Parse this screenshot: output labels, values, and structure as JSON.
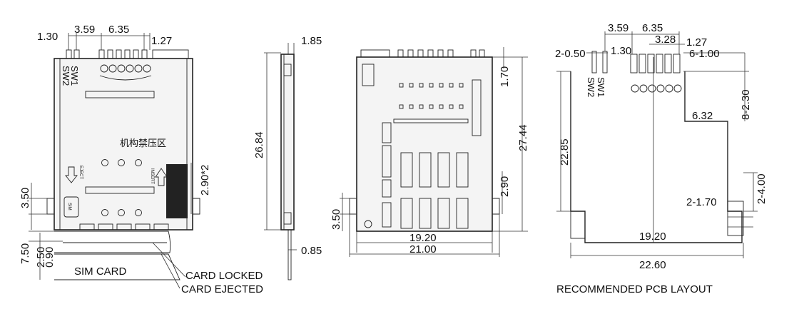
{
  "view1": {
    "dims_top": [
      "1.30",
      "3.59",
      "6.35",
      "1.27"
    ],
    "switch_label": "SW2",
    "switch_label_2": "SW1",
    "restricted_zone": "机构禁压区",
    "eject_label": "EJECT",
    "insert_label": "INSERT",
    "sim_label": "SIM",
    "dim_right": "2.90*2",
    "dim_left_1": "3.50",
    "dim_left_2": "7.50",
    "dim_left_3": "2.50",
    "dim_left_4": "0.90",
    "card_label": "SIM CARD",
    "locked_label": "CARD LOCKED",
    "ejected_label": "CARD EJECTED"
  },
  "view2": {
    "dim_top": "1.85",
    "dim_height": "26.84",
    "dim_bottom": "0.85"
  },
  "view3": {
    "dim_top_right": "1.70",
    "dim_height": "27.44",
    "dim_right_small": "2.90",
    "dim_left": "3.50",
    "dim_w1": "19.20",
    "dim_w2": "21.00"
  },
  "view4": {
    "dims_top": [
      "3.59",
      "6.35",
      "3.28",
      "1.27",
      "1.30",
      "2-0.50",
      "6-1.00",
      "8-2.30"
    ],
    "switch_label": "SW2",
    "switch_label_2": "SW1",
    "dim_632": "6.32",
    "dim_2285": "22.85",
    "dim_400": "2-4.00",
    "dim_170": "2-1.70",
    "dim_w1": "19.20",
    "dim_w2": "22.60",
    "title": "RECOMMENDED PCB LAYOUT"
  }
}
